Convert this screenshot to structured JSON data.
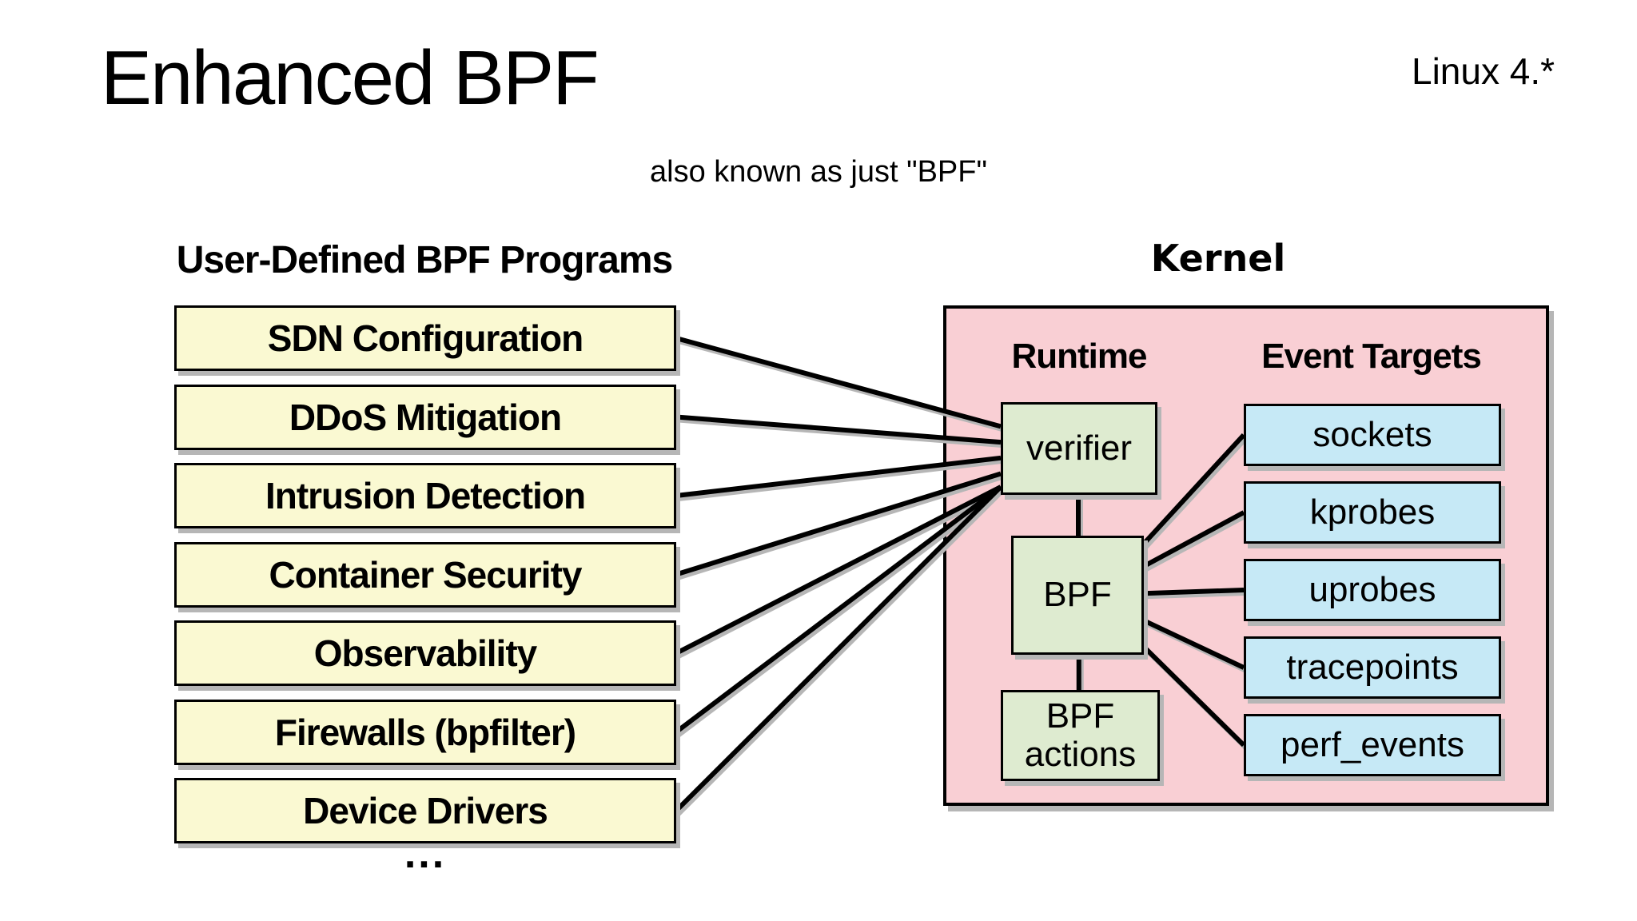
{
  "slide": {
    "title": "Enhanced BPF",
    "version_note": "Linux 4.*",
    "subtitle": "also known as just \"BPF\"",
    "left": {
      "heading": "User-Defined BPF Programs",
      "programs": [
        "SDN Configuration",
        "DDoS Mitigation",
        "Intrusion Detection",
        "Container Security",
        "Observability",
        "Firewalls (bpfilter)",
        "Device Drivers"
      ],
      "more_indicator": "..."
    },
    "kernel": {
      "heading": "Kernel",
      "runtime_heading": "Runtime",
      "event_targets_heading": "Event Targets",
      "runtime_nodes": {
        "verifier": "verifier",
        "bpf": "BPF",
        "bpf_actions": "BPF actions"
      },
      "event_targets": [
        "sockets",
        "kprobes",
        "uprobes",
        "tracepoints",
        "perf_events"
      ]
    },
    "connections": [
      {
        "from": "prog0",
        "to": "verifier",
        "style": "fan-left"
      },
      {
        "from": "prog1",
        "to": "verifier",
        "style": "fan-left"
      },
      {
        "from": "prog2",
        "to": "verifier",
        "style": "fan-left"
      },
      {
        "from": "prog3",
        "to": "verifier",
        "style": "fan-left"
      },
      {
        "from": "prog4",
        "to": "verifier",
        "style": "fan-left"
      },
      {
        "from": "prog5",
        "to": "verifier",
        "style": "fan-left"
      },
      {
        "from": "prog6",
        "to": "verifier",
        "style": "fan-left"
      },
      {
        "from": "verifier",
        "to": "bpf",
        "style": "vertical"
      },
      {
        "from": "bpf",
        "to": "bpf_actions",
        "style": "vertical"
      },
      {
        "from": "bpf",
        "to": "sockets",
        "style": "fan-right"
      },
      {
        "from": "bpf",
        "to": "kprobes",
        "style": "fan-right"
      },
      {
        "from": "bpf",
        "to": "uprobes",
        "style": "fan-right"
      },
      {
        "from": "bpf",
        "to": "tracepoints",
        "style": "fan-right"
      },
      {
        "from": "bpf",
        "to": "perf_events",
        "style": "fan-right"
      }
    ],
    "colors": {
      "background": "#FFFFFF",
      "text": "#000000",
      "program_fill": "#FAF9D2",
      "kernel_fill": "#F9CFD4",
      "runtime_fill": "#DEEBD0",
      "event_fill": "#C6E9F6",
      "box_border": "#000000",
      "line": "#000000",
      "shadow": "#B6B6B6"
    }
  }
}
